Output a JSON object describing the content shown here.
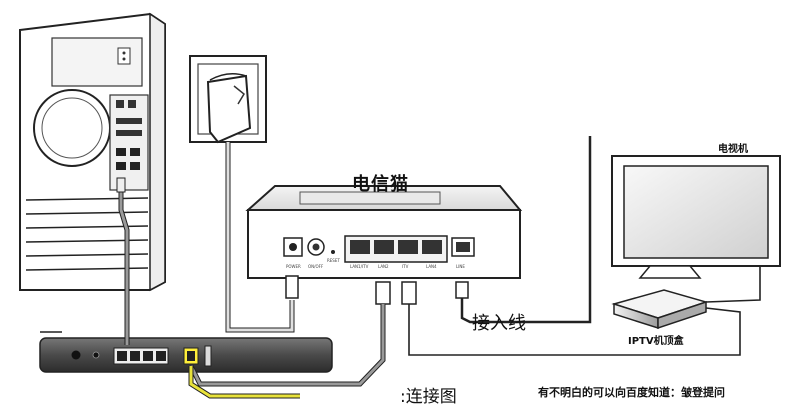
{
  "labels": {
    "modem": "电信猫",
    "line_in": "接入线",
    "tv": "电视机",
    "stb": "IPTV机顶盒",
    "caption": ":连接图",
    "note": "有不明白的可以向百度知道：皱登提问"
  },
  "modem_ports": [
    "POWER",
    "ON/OFF",
    "RESET",
    "LAN1/ITV",
    "LAN2",
    "ITV",
    "LAN4",
    "LINE"
  ],
  "colors": {
    "outline": "#222222",
    "cable_grey": "#9a9a9a",
    "cable_yellow": "#e8e23a",
    "panel_grey": "#cfcfcf",
    "router_dark": "#4a4a4a"
  }
}
